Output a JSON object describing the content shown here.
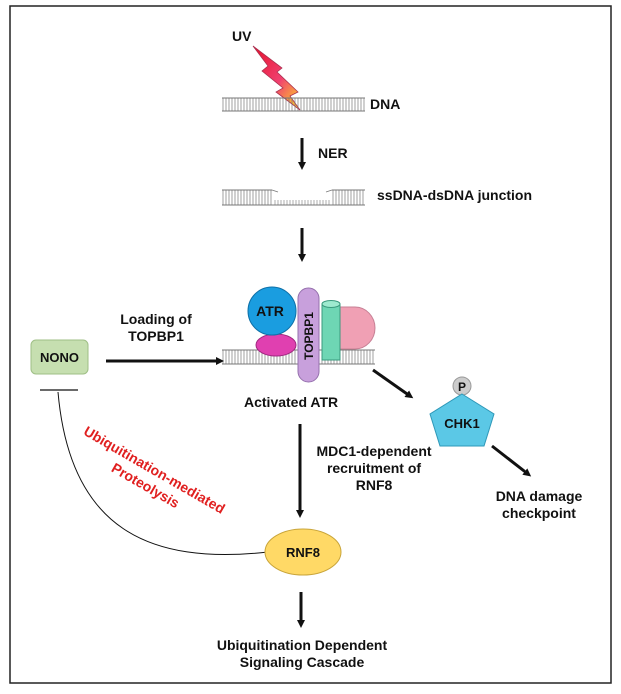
{
  "labels": {
    "uv": "UV",
    "dna": "DNA",
    "ner": "NER",
    "junction": "ssDNA-dsDNA junction",
    "loading_line1": "Loading of",
    "loading_line2": "TOPBP1",
    "nono": "NONO",
    "atr": "ATR",
    "topbp1": "TOPBP1",
    "activated_atr": "Activated ATR",
    "p": "P",
    "chk1": "CHK1",
    "checkpoint_line1": "DNA damage",
    "checkpoint_line2": "checkpoint",
    "mdc1_line1": "MDC1-dependent",
    "mdc1_line2": "recruitment of",
    "mdc1_line3": "RNF8",
    "ubiq_line1": "Ubiquitination-mediated",
    "ubiq_line2": "Proteolysis",
    "rnf8": "RNF8",
    "cascade_line1": "Ubiquitination Dependent",
    "cascade_line2": "Signaling Cascade"
  },
  "colors": {
    "border": "#222222",
    "atr": "#1a9de0",
    "atr_partner": "#e040b0",
    "topbp1": "#c8a0dc",
    "teal_protein": "#6ed6b4",
    "pink_protein": "#f0a0b4",
    "nono_fill": "#c6dfb0",
    "nono_stroke": "#9fbf86",
    "rnf8": "#ffd966",
    "chk1": "#5bc8e6",
    "phospho": "#cccccc",
    "ubiquitination_text": "#e02020"
  }
}
